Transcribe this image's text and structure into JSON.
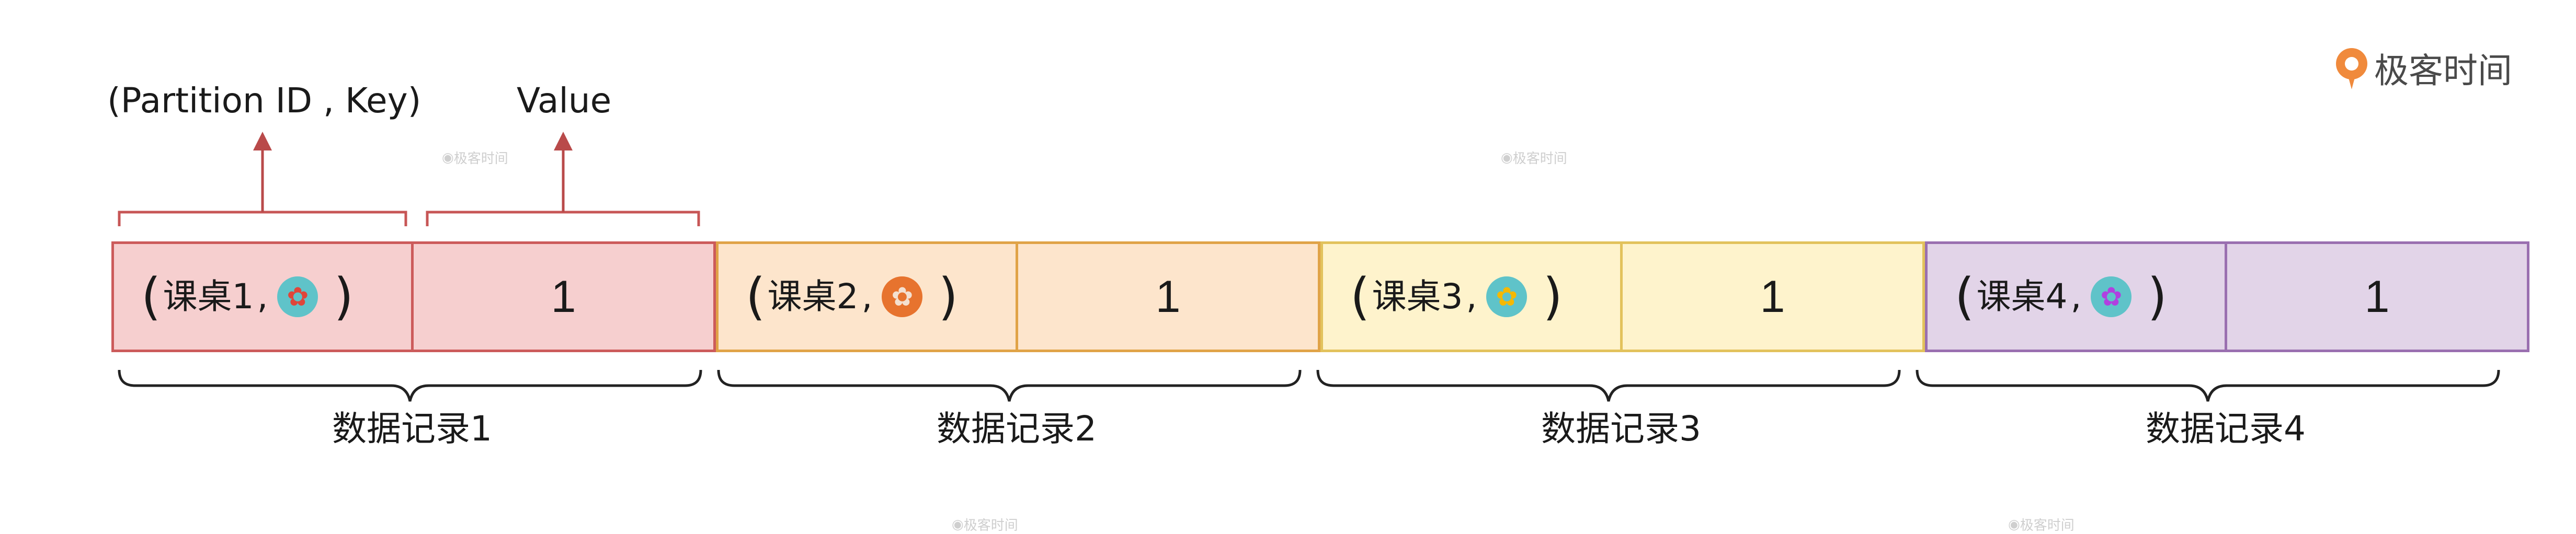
{
  "header": {
    "key_label": "(Partition ID , Key)",
    "value_label": "Value"
  },
  "logo": {
    "text": "极客时间",
    "icon": "geektime-logo-icon",
    "color": "#f08a3c"
  },
  "watermark_text": "极客时间",
  "records": [
    {
      "key_name": "课桌1",
      "comma": ",",
      "open_paren": "(",
      "close_paren": ")",
      "value": "1",
      "label": "数据记录1",
      "fill": "#f6cfcf",
      "border": "#cc5b5b",
      "flower_bg": "#5fc3c9",
      "flower_fg": "#e0453a"
    },
    {
      "key_name": "课桌2",
      "comma": ",",
      "open_paren": "(",
      "close_paren": ")",
      "value": "1",
      "label": "数据记录2",
      "fill": "#fde5cc",
      "border": "#e0a347",
      "flower_bg": "#e7732e",
      "flower_fg": "#f4e0d0"
    },
    {
      "key_name": "课桌3",
      "comma": ",",
      "open_paren": "(",
      "close_paren": ")",
      "value": "1",
      "label": "数据记录3",
      "fill": "#fef3cc",
      "border": "#e2c25c",
      "flower_bg": "#5fc3c9",
      "flower_fg": "#f5b800"
    },
    {
      "key_name": "课桌4",
      "comma": ",",
      "open_paren": "(",
      "close_paren": ")",
      "value": "1",
      "label": "数据记录4",
      "fill": "#e2d4e8",
      "border": "#9a6fb0",
      "flower_bg": "#5fc3c9",
      "flower_fg": "#b040e0"
    }
  ]
}
